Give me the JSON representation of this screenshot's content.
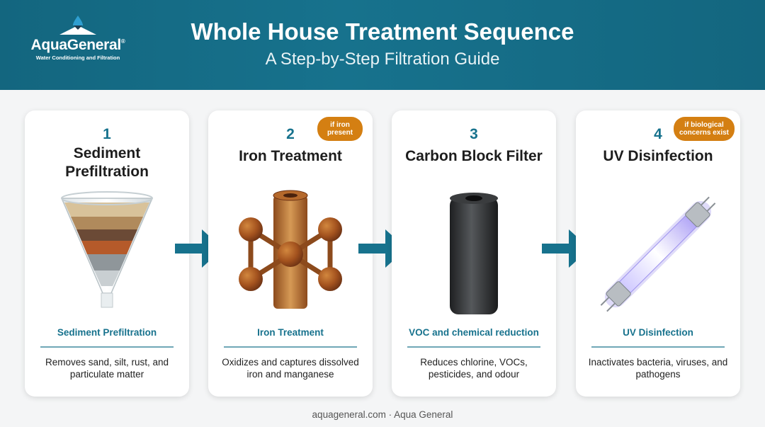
{
  "header": {
    "brand_name": "AquaGeneral",
    "brand_tagline": "Water Conditioning and Filtration",
    "title": "Whole House Treatment Sequence",
    "subtitle": "A Step-by-Step Filtration Guide"
  },
  "steps": [
    {
      "number": "1",
      "title": "Sediment Prefiltration",
      "badge": "",
      "label": "Sediment Prefiltration",
      "description": "Removes sand, silt, rust, and particulate matter",
      "icon": "sediment-funnel-icon"
    },
    {
      "number": "2",
      "title": "Iron Treatment",
      "badge": "if iron present",
      "label": "Iron Treatment",
      "description": "Oxidizes and captures dissolved iron and manganese",
      "icon": "iron-molecule-icon"
    },
    {
      "number": "3",
      "title": "Carbon Block Filter",
      "badge": "",
      "label": "VOC and chemical reduction",
      "description": "Reduces chlorine, VOCs, pesticides, and odour",
      "icon": "carbon-cartridge-icon"
    },
    {
      "number": "4",
      "title": "UV Disinfection",
      "badge": "if biological concerns exist",
      "label": "UV Disinfection",
      "description": "Inactivates bacteria, viruses, and pathogens",
      "icon": "uv-lamp-icon"
    }
  ],
  "footer": {
    "text": "aquageneral.com · Aqua General"
  },
  "colors": {
    "header_bg": "#17728d",
    "accent": "#17728d",
    "badge": "#d47f12",
    "card_bg": "#ffffff"
  }
}
